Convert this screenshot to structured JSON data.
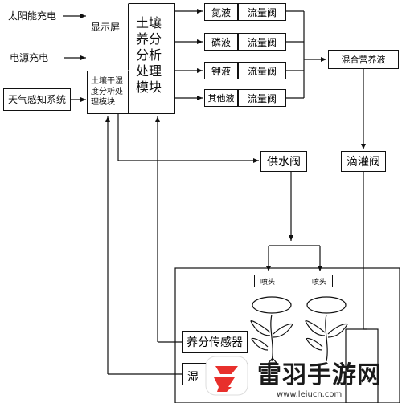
{
  "inputs": {
    "solar": "太阳能充电",
    "power": "电源充电",
    "weather": "天气感知系统"
  },
  "display": "显示屏",
  "moisture_module": "土壤干湿度分析处理模块",
  "moisture_module_lines": [
    "土壤干湿",
    "度分析处",
    "理模块"
  ],
  "nutrient_module": "土壤养分分析处理模块",
  "nutrient_module_lines": [
    "土壤",
    "养分",
    "分析",
    "处理",
    "模块"
  ],
  "liquids": [
    {
      "name": "氮液",
      "valve": "流量阀"
    },
    {
      "name": "磷液",
      "valve": "流量阀"
    },
    {
      "name": "钾液",
      "valve": "流量阀"
    },
    {
      "name": "其他液",
      "valve": "流量阀"
    }
  ],
  "mixed": "混合营养液",
  "supply_valve": "供水阀",
  "drip_valve": "滴灌阀",
  "nozzles": [
    "喷头",
    "喷头"
  ],
  "nutrient_sensor": "养分传感器",
  "humidity_sensor_partial": "湿",
  "watermark": {
    "name": "雷羽手游网",
    "url": "www.leiucn.com"
  },
  "colors": {
    "line": "#111111",
    "watermark_red": "#e8302c",
    "watermark_text": "#1a1a1a"
  }
}
